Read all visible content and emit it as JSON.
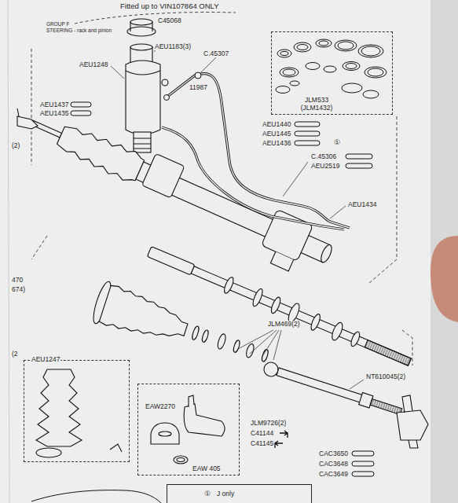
{
  "diagram": {
    "title": "Fitted up to VIN107864 ONLY",
    "nodes": [
      {
        "text": [
          "JLM533 (JLM1432)"
        ]
      },
      {
        "text": [
          "AEU1247"
        ]
      },
      {
        "text": [
          "EAW2270",
          "EAW 405"
        ]
      },
      {
        "text": [
          "①",
          "J only"
        ]
      }
    ],
    "labels": [
      "GROUP F",
      "STEERING - rack and pinion",
      "C45068",
      "AEU1183(3)",
      "C.45307",
      "AEU1248",
      "11987",
      "AEU1437",
      "AEU1435",
      "AEU1440",
      "AEU1445",
      "AEU1436",
      "①",
      "C.45306",
      "AEU2519",
      "AEU1434",
      "JLM469(2)",
      "NT610045(2)",
      "JLM9726(2)",
      "C41144",
      "C41145",
      "CAC3650",
      "CAC3648",
      "CAC3649",
      "(2)",
      "470",
      "674)",
      "(2"
    ]
  }
}
